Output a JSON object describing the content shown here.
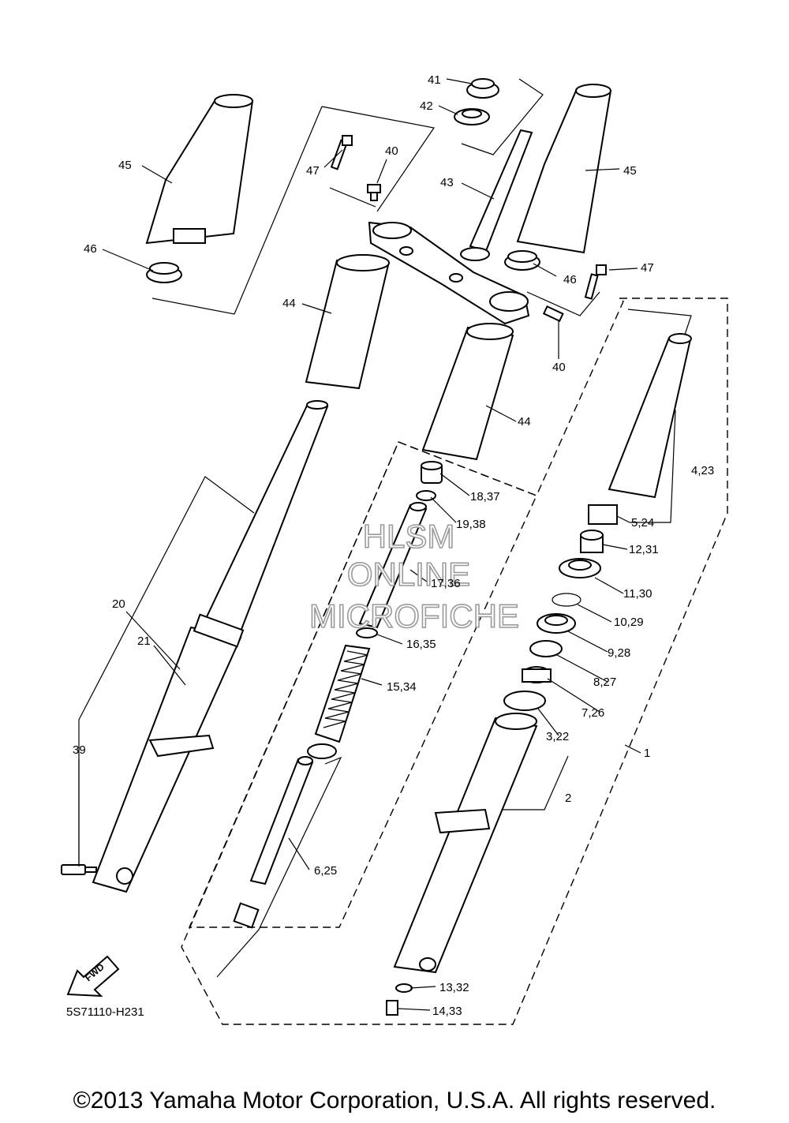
{
  "diagram_code": "5S71110-H231",
  "fwd_marker": "FWD",
  "watermark": {
    "line1": "HLSM",
    "line2": "ONLINE",
    "line3": "MICROFICHE"
  },
  "copyright": "©2013 Yamaha Motor Corporation, U.S.A. All rights reserved.",
  "callouts": {
    "c41": "41",
    "c42": "42",
    "c40a": "40",
    "c47a": "47",
    "c43": "43",
    "c45a": "45",
    "c45b": "45",
    "c46a": "46",
    "c46b": "46",
    "c47b": "47",
    "c44a": "44",
    "c40b": "40",
    "c44b": "44",
    "c4_23": "4,23",
    "c18_37": "18,37",
    "c19_38": "19,38",
    "c5_24": "5,24",
    "c12_31": "12,31",
    "c17_36": "17,36",
    "c11_30": "11,30",
    "c20": "20",
    "c10_29": "10,29",
    "c21": "21",
    "c16_35": "16,35",
    "c9_28": "9,28",
    "c15_34": "15,34",
    "c8_27": "8,27",
    "c7_26": "7,26",
    "c3_22": "3,22",
    "c39": "39",
    "c1": "1",
    "c2": "2",
    "c6_25": "6,25",
    "c13_32": "13,32",
    "c14_33": "14,33"
  }
}
